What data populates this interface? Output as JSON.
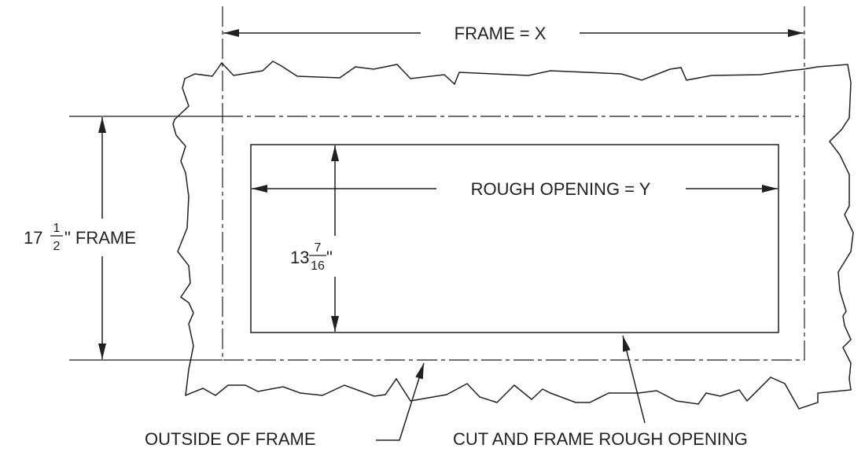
{
  "labels": {
    "frame_width": "FRAME = X",
    "rough_opening_width": "ROUGH OPENING = Y",
    "frame_height_whole": "17",
    "frame_height_numerator": "1",
    "frame_height_denominator": "2",
    "frame_height_suffix": "\" FRAME",
    "opening_height_whole": "13",
    "opening_height_numerator": "7",
    "opening_height_denominator": "16",
    "opening_height_suffix": "\"",
    "outside_of_frame": "OUTSIDE OF FRAME",
    "cut_and_frame": "CUT AND FRAME ROUGH OPENING"
  },
  "colors": {
    "ink": "#231f20",
    "background": "#ffffff"
  }
}
